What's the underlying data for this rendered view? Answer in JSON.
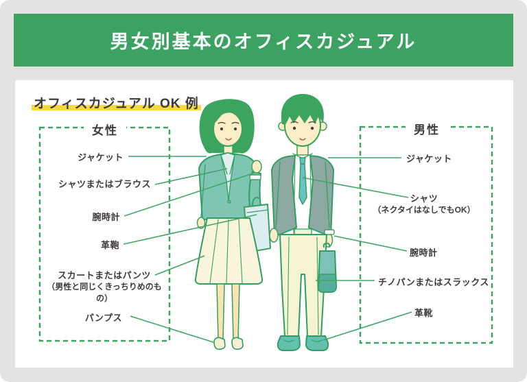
{
  "header": {
    "title": "男女別基本のオフィスカジュアル",
    "bg_color": "#3ba261",
    "text_color": "#ffffff"
  },
  "panel": {
    "section_title": "オフィスカジュアル OK 例",
    "highlight_color": "#f7d83e",
    "line_color": "#3fa662",
    "box_border_color": "#3aa35f",
    "female": {
      "title": "女性",
      "items": [
        {
          "text": "ジャケット"
        },
        {
          "text": "シャツまたはブラウス"
        },
        {
          "text": "腕時計"
        },
        {
          "text": "革鞄"
        },
        {
          "text": "スカートまたはパンツ",
          "note": "（男性と同じくきっちりめのもの）"
        },
        {
          "text": "パンプス"
        }
      ]
    },
    "male": {
      "title": "男性",
      "items": [
        {
          "text": "ジャケット"
        },
        {
          "text": "シャツ",
          "note": "（ネクタイはなしでもOK）"
        },
        {
          "text": "腕時計"
        },
        {
          "text": "チノパンまたはスラックス"
        },
        {
          "text": "革靴"
        }
      ]
    }
  }
}
